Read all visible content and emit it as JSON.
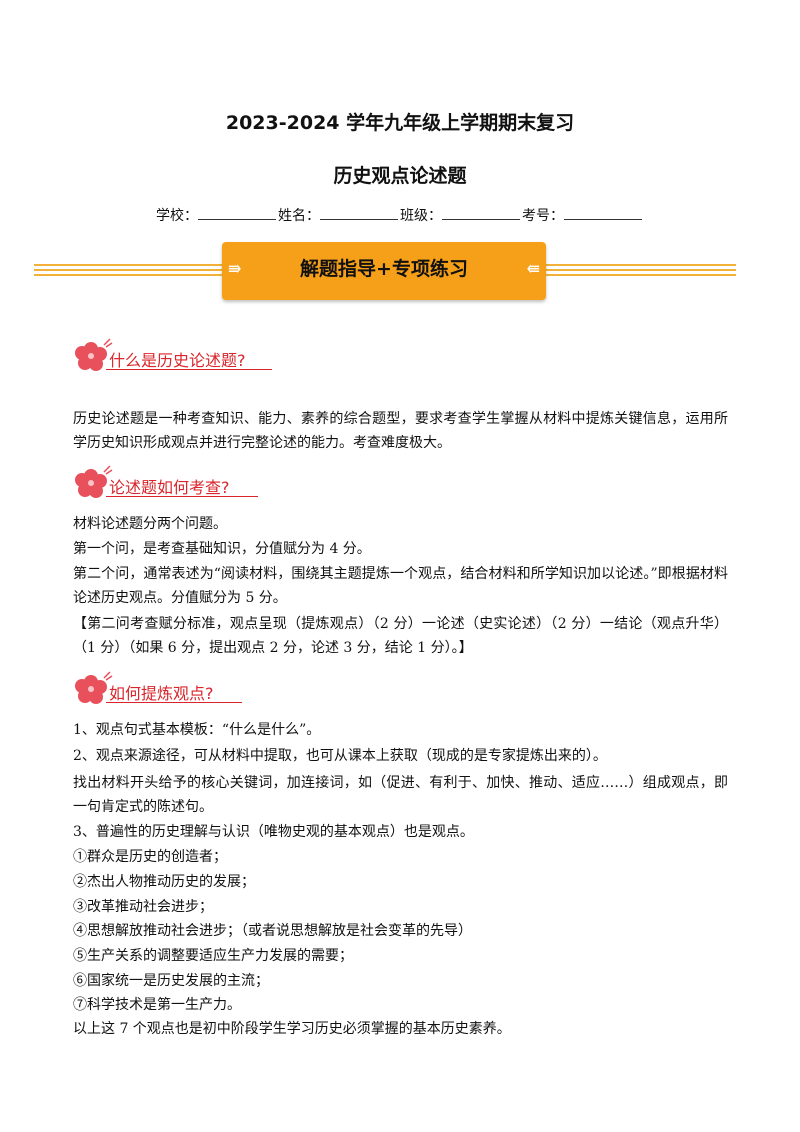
{
  "header": {
    "title": "2023-2024 学年九年级上学期期末复习",
    "subtitle": "历史观点论述题",
    "fields": {
      "school": "学校：",
      "name": "姓名：",
      "class": "班级：",
      "number": "考号："
    }
  },
  "banner": {
    "label": "解题指导+专项练习"
  },
  "sections": [
    {
      "heading": "什么是历史论述题?",
      "paragraphs": [
        "历史论述题是一种考查知识、能力、素养的综合题型，要求考查学生掌握从材料中提炼关键信息，运用所学历史知识形成观点并进行完整论述的能力。考查难度极大。"
      ]
    },
    {
      "heading": "论述题如何考查?",
      "paragraphs": [
        "材料论述题分两个问题。",
        "第一个问，是考查基础知识，分值赋分为 4 分。",
        "第二个问，通常表述为“阅读材料，围绕其主题提炼一个观点，结合材料和所学知识加以论述。”即根据材料论述历史观点。分值赋分为 5 分。",
        "【第二问考查赋分标准，观点呈现（提炼观点）（2 分）一论述（史实论述）（2 分）一结论（观点升华）（1 分）（如果 6 分，提出观点 2 分，论述 3 分，结论 1 分）。】"
      ]
    },
    {
      "heading": "如何提炼观点?",
      "paragraphs": [
        "1、观点句式基本模板：“什么是什么”。",
        "2、观点来源途径，可从材料中提取，也可从课本上获取（现成的是专家提炼出来的）。",
        "找出材料开头给予的核心关键词，加连接词，如（促进、有利于、加快、推动、适应……）组成观点，即一句肯定式的陈述句。",
        "3、普遍性的历史理解与认识（唯物史观的基本观点）也是观点。",
        "①群众是历史的创造者；",
        "②杰出人物推动历史的发展；",
        "③改革推动社会进步；",
        "④思想解放推动社会进步；（或者说思想解放是社会变革的先导）",
        "⑤生产关系的调整要适应生产力发展的需要；",
        "⑥国家统一是历史发展的主流；",
        "⑦科学技术是第一生产力。",
        "以上这 7 个观点也是初中阶段学生学习历史必须掌握的基本历史素养。"
      ]
    }
  ],
  "colors": {
    "banner": "#f6a01a",
    "heading": "#d9252b",
    "flower": "#e8505b"
  },
  "icons": [
    "flower-icon",
    "arrow-right-icon",
    "arrow-left-icon"
  ]
}
